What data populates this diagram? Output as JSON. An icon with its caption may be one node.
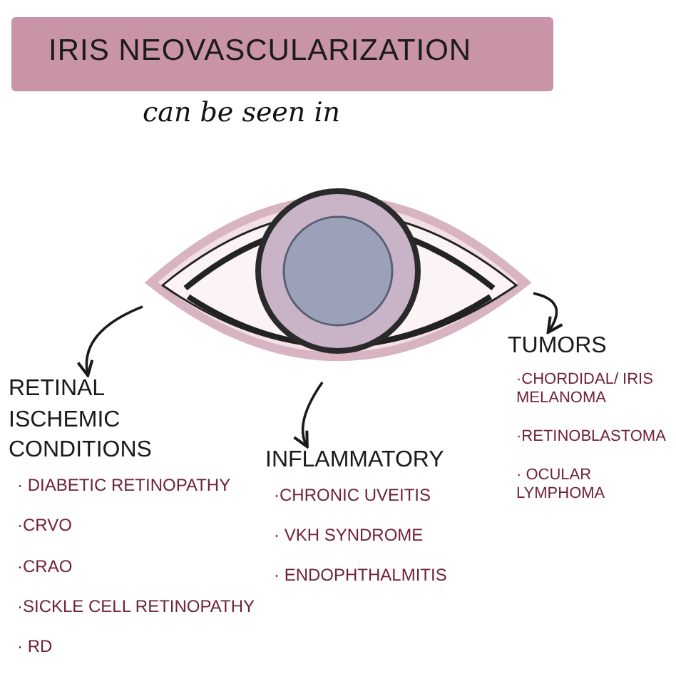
{
  "diagram": {
    "title": "IRIS NEOVASCULARIZATION",
    "nodes": [
      {
        "text": [],
        "shape": "picture"
      },
      {
        "text": [
          "RETINAL ISCHEMIC CONDITIONS",
          "· DIABETIC RETINOPATHY",
          "·CRVO",
          "·CRAO",
          "·SICKLE CELL RETINOPATHY",
          "· RD"
        ]
      },
      {
        "text": [
          "INFLAMMATORY",
          "·CHRONIC UVEITIS",
          "· VKH SYNDROME",
          "· ENDOPHTHALMITIS"
        ]
      },
      {
        "text": [
          "TUMORS",
          "·CHORDIDAL/ IRIS MELANOMA",
          "·RETINOBLASTOMA",
          "· OCULAR LYMPHOMA"
        ]
      }
    ],
    "edges": [
      {
        "from": 0,
        "to": 1,
        "arrow": "to"
      },
      {
        "from": 0,
        "to": 2,
        "arrow": "to"
      },
      {
        "from": 0,
        "to": 3,
        "arrow": "to"
      }
    ],
    "labels": [
      "can be seen in"
    ]
  }
}
